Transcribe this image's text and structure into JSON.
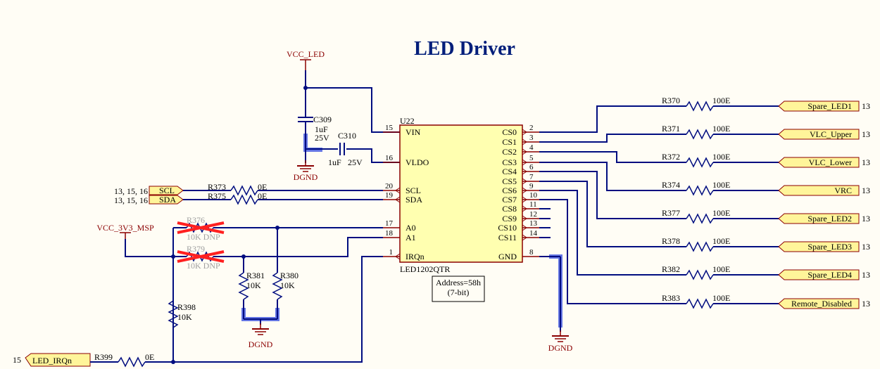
{
  "title": "LED Driver",
  "power": {
    "vcc_led": "VCC_LED",
    "vcc_3v3": "VCC_3V3_MSP",
    "gnd": "DGND"
  },
  "chip": {
    "ref": "U22",
    "part": "LED1202QTR",
    "left_pins": [
      {
        "num": "15",
        "name": "VIN"
      },
      {
        "num": "16",
        "name": "VLDO"
      },
      {
        "num": "20",
        "name": "SCL"
      },
      {
        "num": "19",
        "name": "SDA"
      },
      {
        "num": "17",
        "name": "A0"
      },
      {
        "num": "18",
        "name": "A1"
      },
      {
        "num": "1",
        "name": "IRQn"
      }
    ],
    "right_pins": [
      {
        "num": "2",
        "name": "CS0"
      },
      {
        "num": "3",
        "name": "CS1"
      },
      {
        "num": "4",
        "name": "CS2"
      },
      {
        "num": "5",
        "name": "CS3"
      },
      {
        "num": "6",
        "name": "CS4"
      },
      {
        "num": "7",
        "name": "CS5"
      },
      {
        "num": "9",
        "name": "CS6"
      },
      {
        "num": "10",
        "name": "CS7"
      },
      {
        "num": "11",
        "name": "CS8"
      },
      {
        "num": "12",
        "name": "CS9"
      },
      {
        "num": "13",
        "name": "CS10"
      },
      {
        "num": "14",
        "name": "CS11"
      },
      {
        "num": "8",
        "name": "GND"
      }
    ],
    "address_line1": "Address=58h",
    "address_line2": "(7-bit)"
  },
  "caps": [
    {
      "ref": "C309",
      "value": "1uF",
      "voltage": "25V"
    },
    {
      "ref": "C310",
      "value": "1uF",
      "voltage": "25V"
    }
  ],
  "bus_resistors": [
    {
      "ref": "R373",
      "value": "0E"
    },
    {
      "ref": "R375",
      "value": "0E"
    }
  ],
  "bus_ports": [
    {
      "name": "SCL",
      "sheets": "13, 15, 16"
    },
    {
      "name": "SDA",
      "sheets": "13, 15, 16"
    }
  ],
  "dnp_resistors": [
    {
      "ref": "R376",
      "value": "10K DNP"
    },
    {
      "ref": "R379",
      "value": "10K DNP"
    }
  ],
  "pulldowns": [
    {
      "ref": "R381",
      "value": "10K"
    },
    {
      "ref": "R380",
      "value": "10K"
    }
  ],
  "pullup": {
    "ref": "R398",
    "value": "10K"
  },
  "irq": {
    "ref": "R399",
    "value": "0E",
    "port": "LED_IRQn",
    "sheet": "15"
  },
  "outputs": [
    {
      "ref": "R370",
      "value": "100E",
      "net": "Spare_LED1",
      "sheet": "13"
    },
    {
      "ref": "R371",
      "value": "100E",
      "net": "VLC_Upper",
      "sheet": "13"
    },
    {
      "ref": "R372",
      "value": "100E",
      "net": "VLC_Lower",
      "sheet": "13"
    },
    {
      "ref": "R374",
      "value": "100E",
      "net": "VRC",
      "sheet": "13"
    },
    {
      "ref": "R377",
      "value": "100E",
      "net": "Spare_LED2",
      "sheet": "13"
    },
    {
      "ref": "R378",
      "value": "100E",
      "net": "Spare_LED3",
      "sheet": "13"
    },
    {
      "ref": "R382",
      "value": "100E",
      "net": "Spare_LED4",
      "sheet": "13"
    },
    {
      "ref": "R383",
      "value": "100E",
      "net": "Remote_Disabled",
      "sheet": "13"
    }
  ]
}
